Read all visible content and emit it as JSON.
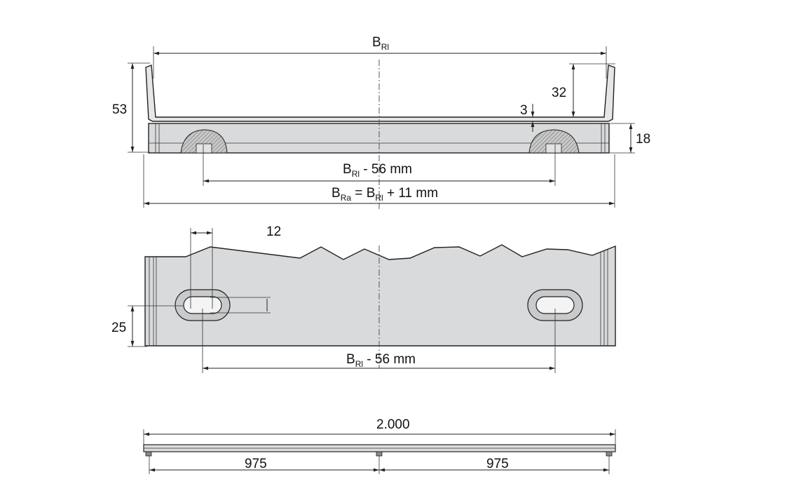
{
  "top_view": {
    "width_inner": {
      "base": "B",
      "sub": "Rl"
    },
    "height_total": "53",
    "lip_height": "32",
    "gap": "3",
    "band_height": "18",
    "hole_spacing": {
      "base": "B",
      "sub": "Rl",
      "tail": " - 56 mm"
    },
    "width_outer": {
      "b1": "B",
      "s1": "Ra",
      "eq": " = ",
      "b2": "B",
      "s2": "Rl",
      "tail": " + 11 mm"
    }
  },
  "side_view": {
    "slot_width": "12",
    "slot_height": "25",
    "hole_spacing": {
      "base": "B",
      "sub": "Rl",
      "tail": " - 56 mm"
    }
  },
  "bottom_view": {
    "total_length": "2.000",
    "left_segment": "975",
    "right_segment": "975"
  }
}
